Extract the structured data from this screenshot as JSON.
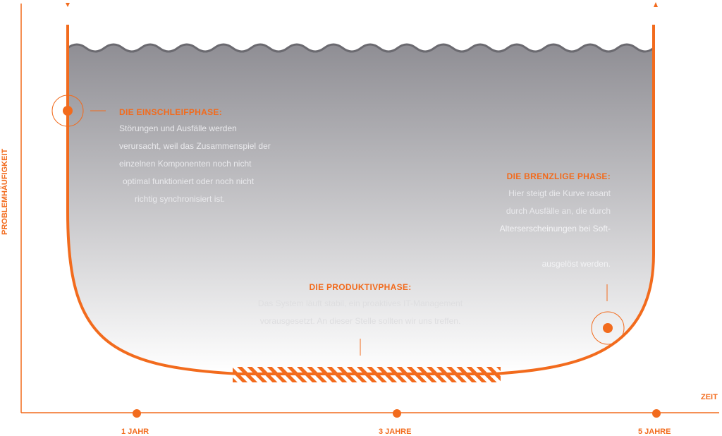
{
  "axes": {
    "y_label": "PROBLEMHÄUFIGKEIT",
    "x_label": "ZEIT",
    "ticks": [
      "1 JAHR",
      "3 JAHRE",
      "5 JAHRE"
    ]
  },
  "phases": {
    "einschleif": {
      "title": "DIE EINSCHLEIFPHASE:",
      "lines": [
        "Störungen und Ausfälle werden",
        "verursacht, weil das Zusammenspiel der",
        "einzelnen Komponenten noch nicht",
        "optimal funktioniert oder noch nicht",
        "richtig synchronisiert ist."
      ]
    },
    "brenzlig": {
      "title": "DIE BRENZLIGE PHASE:",
      "lines": [
        "Hier steigt die Kurve rasant",
        "durch Ausfälle an, die durch",
        "Alterserscheinungen bei Soft-",
        "ausgelöst werden."
      ]
    },
    "produktiv": {
      "title": "DIE PRODUKTIVPHASE:",
      "lines": [
        "Das System läuft stabil, ein proaktives IT-Management",
        "vorausgesetzt. An dieser Stelle  sollten wir uns treffen."
      ]
    }
  },
  "colors": {
    "accent": "#f26b1d",
    "fill_top": "#8f8e94",
    "fill_bottom": "#ffffff"
  }
}
